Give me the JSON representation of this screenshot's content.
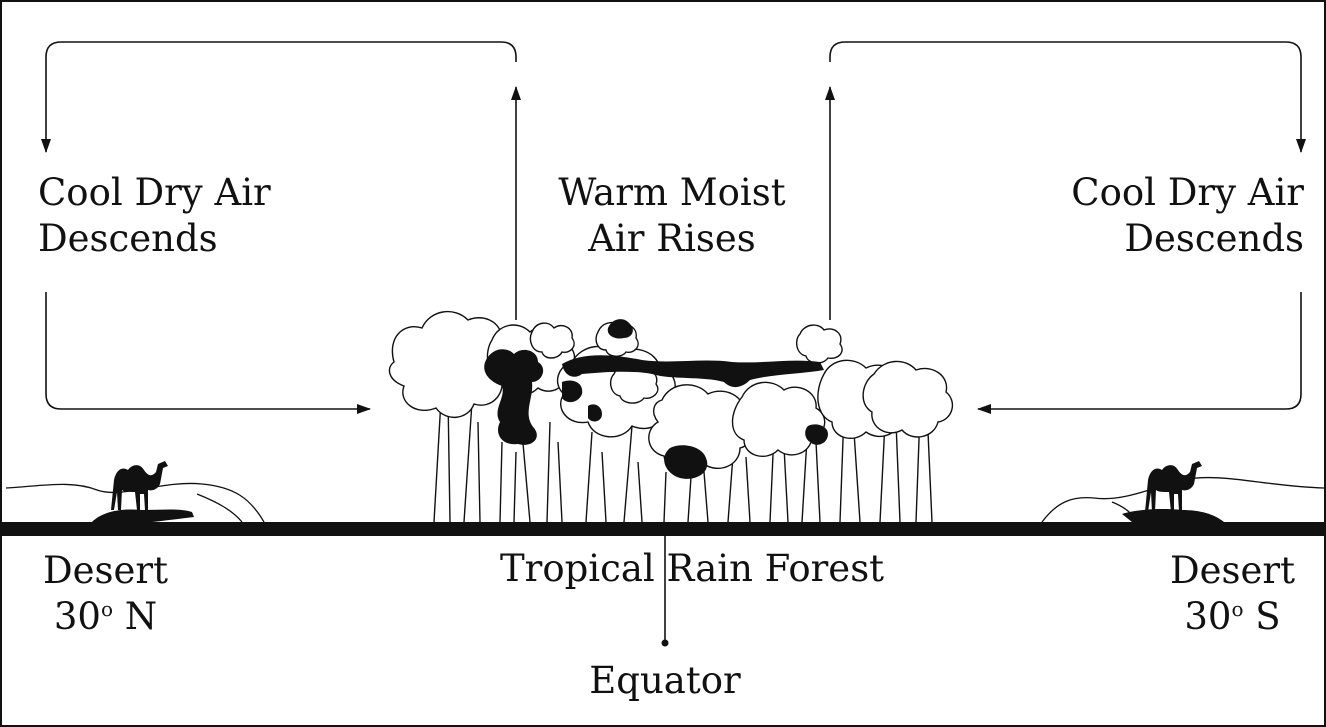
{
  "labels": {
    "left_air": {
      "line1": "Cool Dry Air",
      "line2": "Descends"
    },
    "center_air": {
      "line1": "Warm Moist",
      "line2": "Air Rises"
    },
    "right_air": {
      "line1": "Cool Dry Air",
      "line2": "Descends"
    },
    "left_desert": {
      "name": "Desert",
      "lat_num": "30",
      "lat_deg": "o",
      "lat_dir": "N"
    },
    "right_desert": {
      "name": "Desert",
      "lat_num": "30",
      "lat_deg": "o",
      "lat_dir": "S"
    },
    "forest": "Tropical Rain Forest",
    "equator": "Equator"
  },
  "colors": {
    "ink": "#111111",
    "background": "#ffffff"
  }
}
